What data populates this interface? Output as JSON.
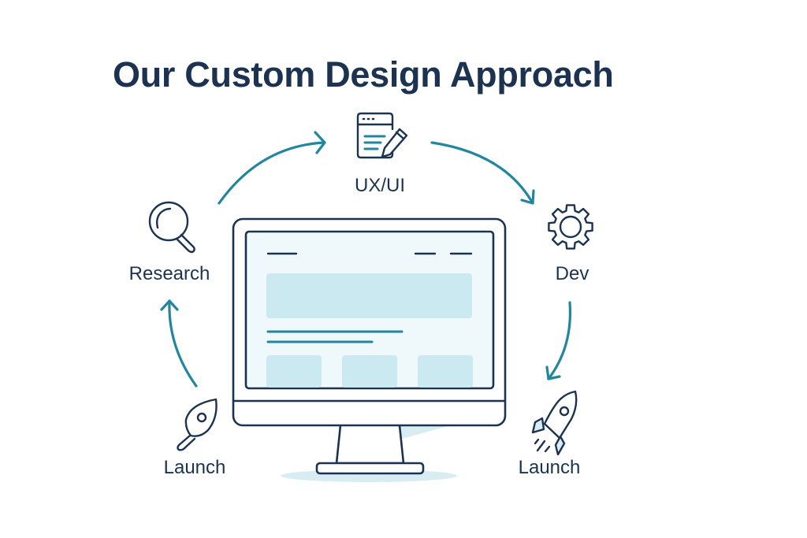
{
  "title": "Our Custom Design Approach",
  "colors": {
    "ink": "#1b3350",
    "accent": "#23869f",
    "screen_fill": "#eff8fa",
    "block_fill": "#cbe9f1",
    "shadow": "#d8edf3"
  },
  "stages": [
    {
      "label": "UX/UI",
      "icon": "wireframe-pencil-icon"
    },
    {
      "label": "Dev",
      "icon": "gear-icon"
    },
    {
      "label": "Launch",
      "icon": "rocket-icon"
    },
    {
      "label": "Launch",
      "icon": "rocket-outline-icon"
    },
    {
      "label": "Research",
      "icon": "magnifier-icon"
    }
  ],
  "center": {
    "icon": "desktop-monitor-icon"
  }
}
